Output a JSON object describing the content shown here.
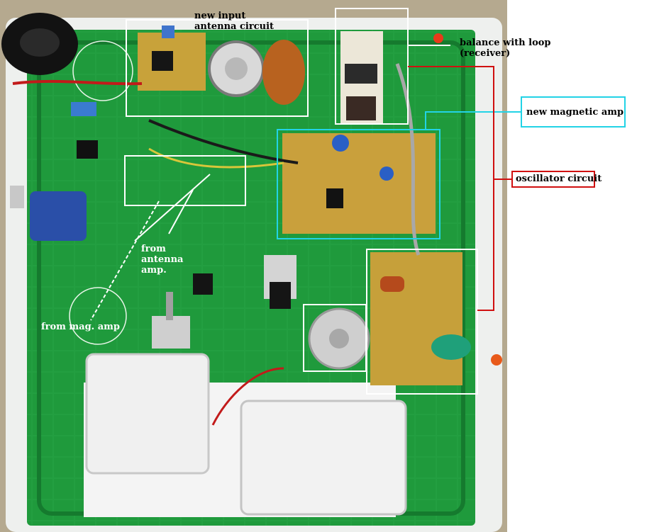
{
  "annotations": {
    "new_input_antenna": "new input\nantenna circuit",
    "balance_with_loop": "balance with loop\n(receiver)",
    "new_magnetic_amp": "new magnetic amp",
    "oscillator_circuit": "oscillator circuit",
    "from_antenna_amp": "from\nantenna\namp.",
    "from_mag_amp": "from mag. amp"
  },
  "colors": {
    "pcb_green": "#1f9a3c",
    "annotation_white": "#ffffff",
    "annotation_cyan": "#22d3e6",
    "annotation_red": "#d01010"
  }
}
